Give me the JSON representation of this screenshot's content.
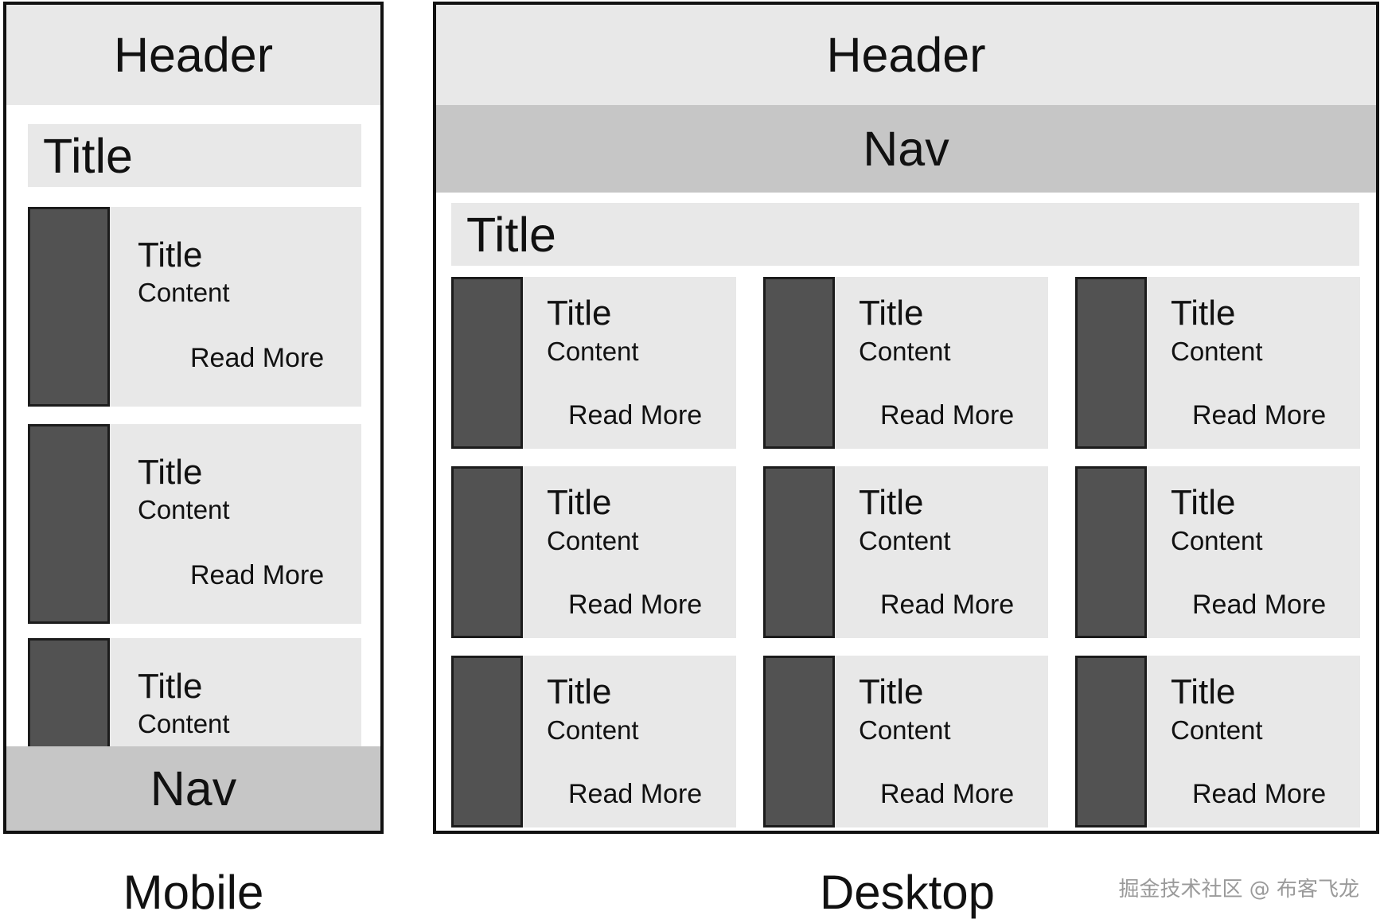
{
  "mobile": {
    "header": "Header",
    "title": "Title",
    "cards": [
      {
        "title": "Title",
        "content": "Content",
        "read_more": "Read More"
      },
      {
        "title": "Title",
        "content": "Content",
        "read_more": "Read More"
      },
      {
        "title": "Title",
        "content": "Content"
      }
    ],
    "nav": "Nav",
    "caption": "Mobile"
  },
  "desktop": {
    "header": "Header",
    "nav": "Nav",
    "title": "Title",
    "cards": [
      {
        "title": "Title",
        "content": "Content",
        "read_more": "Read More"
      },
      {
        "title": "Title",
        "content": "Content",
        "read_more": "Read More"
      },
      {
        "title": "Title",
        "content": "Content",
        "read_more": "Read More"
      },
      {
        "title": "Title",
        "content": "Content",
        "read_more": "Read More"
      },
      {
        "title": "Title",
        "content": "Content",
        "read_more": "Read More"
      },
      {
        "title": "Title",
        "content": "Content",
        "read_more": "Read More"
      },
      {
        "title": "Title",
        "content": "Content",
        "read_more": "Read More"
      },
      {
        "title": "Title",
        "content": "Content",
        "read_more": "Read More"
      },
      {
        "title": "Title",
        "content": "Content",
        "read_more": "Read More"
      }
    ],
    "caption": "Desktop"
  },
  "watermark": "掘金技术社区 @ 布客飞龙",
  "colors": {
    "header_bg": "#e8e8e8",
    "nav_bg": "#c6c6c6",
    "card_bg": "#e8e8e8",
    "thumbnail": "#525252",
    "border": "#111111"
  }
}
